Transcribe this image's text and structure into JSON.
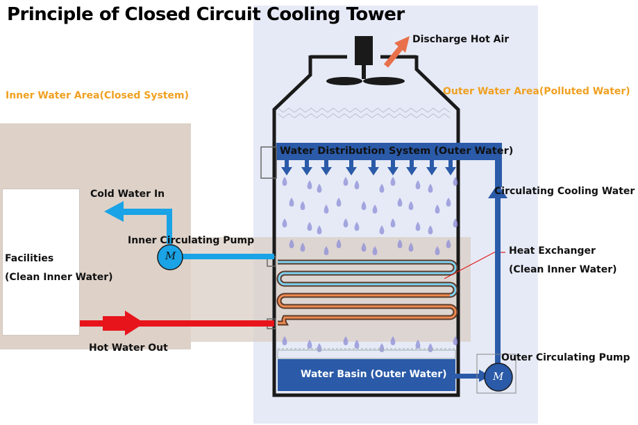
{
  "title": "Principle of Closed Circuit Cooling Tower",
  "areas": {
    "inner": "Inner Water Area(Closed System)",
    "outer": "Outer Water Area(Polluted Water)"
  },
  "labels": {
    "discharge": "Discharge Hot Air",
    "distribution": "Water Distribution System (Outer Water)",
    "circulating_cooling": "Circulating Cooling Water",
    "cold_in": "Cold Water In",
    "inner_pump": "Inner Circulating Pump",
    "facilities_1": "Facilities",
    "facilities_2": "(Clean Inner Water)",
    "heat_exchanger_1": "Heat Exchanger",
    "heat_exchanger_2": "(Clean Inner Water)",
    "hot_out": "Hot Water Out",
    "outer_pump": "Outer Circulating Pump",
    "basin": "Water Basin (Outer Water)",
    "pump_symbol": "M"
  },
  "colors": {
    "outer_area": "#e6eaf6",
    "inner_area": "#d9cdc4",
    "cold_pipe": "#1aa3e6",
    "hot_pipe": "#e8141c",
    "outer_pipe": "#2a5aa8",
    "label_orange": "#f0a020",
    "air_arrow": "#e8704a"
  }
}
